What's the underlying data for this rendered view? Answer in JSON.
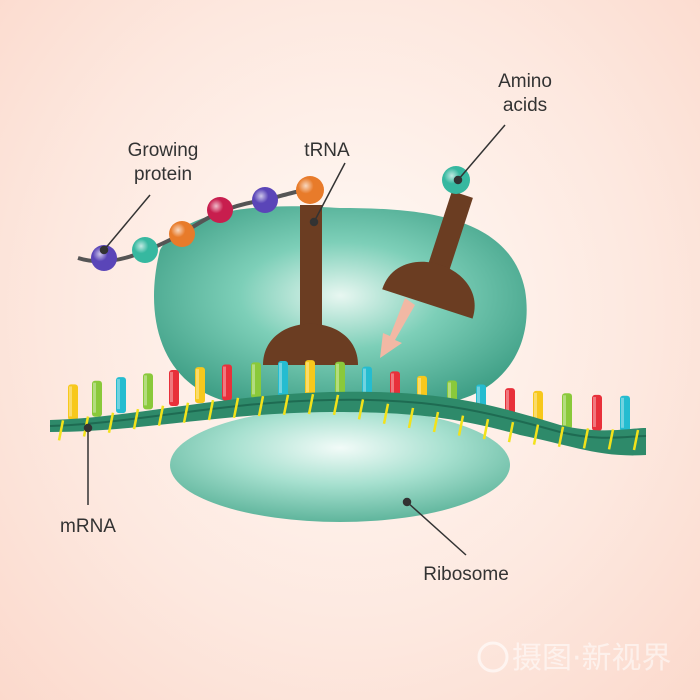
{
  "labels": {
    "growing_protein_line1": "Growing",
    "growing_protein_line2": "protein",
    "trna": "tRNA",
    "amino_acids_line1": "Amino",
    "amino_acids_line2": "acids",
    "mrna": "mRNA",
    "ribosome": "Ribosome"
  },
  "watermark": "摄图·新视界",
  "colors": {
    "ribosome": "#5fbfa6",
    "trna": "#6b3d22",
    "mrna": "#2e8a6a",
    "stripe": "#f2e21a"
  },
  "codons": [
    "yellow",
    "green",
    "cyan",
    "green",
    "red",
    "yellow",
    "red",
    "green",
    "cyan",
    "yellow",
    "green",
    "cyan",
    "red",
    "yellow",
    "green",
    "cyan",
    "red",
    "yellow",
    "green",
    "red",
    "cyan"
  ],
  "protein_beads": [
    "purple",
    "teal",
    "orange",
    "crimson",
    "purple",
    "orange"
  ]
}
